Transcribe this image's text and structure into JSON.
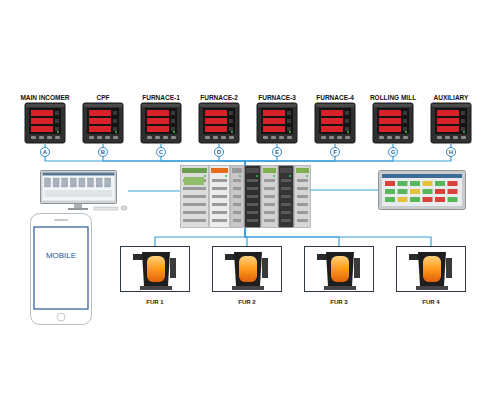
{
  "diagram": {
    "nodes": [
      {
        "text": [
          "MAIN INCOMER"
        ]
      },
      {
        "text": [
          "CPF"
        ]
      },
      {
        "text": [
          "FURNACE-1"
        ]
      },
      {
        "text": [
          "FURNACE-2"
        ]
      },
      {
        "text": [
          "FURNACE-3"
        ]
      },
      {
        "text": [
          "FURNACE-4"
        ]
      },
      {
        "text": [
          "ROLLING MILL"
        ]
      },
      {
        "text": [
          "AUXILIARY"
        ]
      },
      {
        "text": [
          "A"
        ]
      },
      {
        "text": [
          "B"
        ]
      },
      {
        "text": [
          "C"
        ]
      },
      {
        "text": [
          "D"
        ]
      },
      {
        "text": [
          "E"
        ]
      },
      {
        "text": [
          "F"
        ]
      },
      {
        "text": [
          "G"
        ]
      },
      {
        "text": [
          "H"
        ]
      },
      {
        "text": []
      },
      {
        "text": []
      },
      {
        "text": []
      },
      {
        "text": [
          "MOBILE"
        ]
      },
      {
        "text": [
          "FUR 1"
        ]
      },
      {
        "text": [
          "FUR 2"
        ]
      },
      {
        "text": [
          "FUR 3"
        ]
      },
      {
        "text": [
          "FUR 4"
        ]
      }
    ],
    "edges": [
      {
        "from": 0,
        "to": 8,
        "arrow": "none"
      },
      {
        "from": 1,
        "to": 9,
        "arrow": "none"
      },
      {
        "from": 2,
        "to": 10,
        "arrow": "none"
      },
      {
        "from": 3,
        "to": 11,
        "arrow": "none"
      },
      {
        "from": 4,
        "to": 12,
        "arrow": "none"
      },
      {
        "from": 5,
        "to": 13,
        "arrow": "none"
      },
      {
        "from": 6,
        "to": 14,
        "arrow": "none"
      },
      {
        "from": 7,
        "to": 15,
        "arrow": "none"
      },
      {
        "from": 8,
        "to": 17,
        "arrow": "none"
      },
      {
        "from": 9,
        "to": 17,
        "arrow": "none"
      },
      {
        "from": 10,
        "to": 17,
        "arrow": "none"
      },
      {
        "from": 11,
        "to": 17,
        "arrow": "none"
      },
      {
        "from": 12,
        "to": 17,
        "arrow": "none"
      },
      {
        "from": 13,
        "to": 17,
        "arrow": "none"
      },
      {
        "from": 14,
        "to": 17,
        "arrow": "none"
      },
      {
        "from": 15,
        "to": 17,
        "arrow": "none"
      },
      {
        "from": 16,
        "to": 17,
        "arrow": "none"
      },
      {
        "from": 17,
        "to": 18,
        "arrow": "none"
      },
      {
        "from": 17,
        "to": 20,
        "arrow": "none"
      },
      {
        "from": 17,
        "to": 21,
        "arrow": "none"
      },
      {
        "from": 17,
        "to": 22,
        "arrow": "none"
      },
      {
        "from": 17,
        "to": 23,
        "arrow": "none"
      }
    ]
  }
}
